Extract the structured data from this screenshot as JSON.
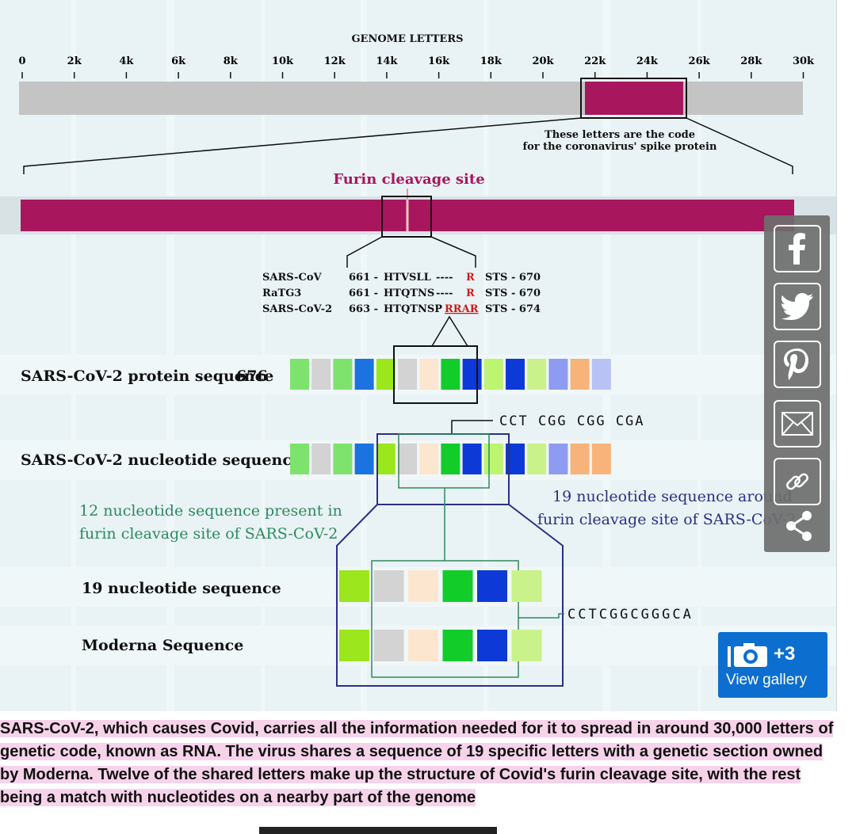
{
  "figure": {
    "genome_title": "GENOME LETTERS",
    "axis_ticks": [
      "0",
      "2k",
      "4k",
      "6k",
      "8k",
      "10k",
      "12k",
      "14k",
      "16k",
      "18k",
      "20k",
      "22k",
      "24k",
      "26k",
      "28k",
      "30k"
    ],
    "spike_note_line1": "These letters are the code",
    "spike_note_line2": "for the coronavirus' spike protein",
    "furin_label": "Furin cleavage site",
    "alignment": {
      "rows": [
        {
          "name": "SARS-CoV",
          "start": "661 -",
          "seq": "HTVSLL",
          "dashes": "----",
          "red": "R",
          "end": "STS - 670"
        },
        {
          "name": "RaTG3",
          "start": "661 -",
          "seq": "HTQTNS",
          "dashes": "----",
          "red": "R",
          "end": "STS - 670"
        },
        {
          "name": "SARS-CoV-2",
          "start": "663 -",
          "seq": "HTQTNSP",
          "dashes": "",
          "red": "RRAR",
          "end": "STS - 674"
        }
      ]
    },
    "protein_label": "SARS-CoV-2 protein sequence",
    "protein_number": "676",
    "nucleotide_label": "SARS-CoV-2 nucleotide sequence",
    "codon_text": "CCT CGG CGG CGA",
    "label_12_line1": "12 nucleotide sequence present in",
    "label_12_line2": "furin cleavage site of SARS-CoV-2",
    "label_19_line1": "19 nucleotide sequence around",
    "label_19_line2": "furin cleavage site of SARS-CoV-2",
    "row19_label": "19 nucleotide sequence",
    "moderna_label": "Moderna Sequence",
    "moderna_seq": "CCTCGGCGGGCA",
    "colors": {
      "spike": "#a8175e",
      "genome_bar": "#c4c4c4",
      "navy": "#2b2f86",
      "green_line": "#2d8a5b",
      "red": "#d11a1a",
      "protein_blocks": [
        "#7de36d",
        "#d3d3d3",
        "#7de36d",
        "#1a73e0",
        "#9be61d",
        "#d3d3d3",
        "#fde6cf",
        "#12cc2a",
        "#0d3ad6",
        "#bdf571",
        "#0d3ad6",
        "#c9f28a",
        "#8d9cf0",
        "#f8b37a",
        "#b8c2f5"
      ],
      "nuc_blocks": [
        "#7de36d",
        "#d3d3d3",
        "#7de36d",
        "#1a73e0",
        "#9be61d",
        "#d3d3d3",
        "#fde6cf",
        "#12cc2a",
        "#0d3ad6",
        "#bdf571",
        "#0d3ad6",
        "#c9f28a",
        "#8d9cf0",
        "#f8b37a",
        "#f8b37a"
      ],
      "detail_blocks": [
        "#9be61d",
        "#d3d3d3",
        "#fde6cf",
        "#12cc2a",
        "#0d3ad6",
        "#c9f28a"
      ]
    }
  },
  "share": {
    "icons": [
      "facebook-icon",
      "twitter-icon",
      "pinterest-icon",
      "email-icon",
      "link-icon",
      "share-icon"
    ]
  },
  "gallery": {
    "count": "+3",
    "label": "View gallery"
  },
  "caption": "SARS-CoV-2, which causes Covid, carries all the information needed for it to spread in around 30,000 letters of genetic code, known as RNA. The virus shares a sequence of 19 specific letters with a genetic section owned by Moderna. Twelve of the shared letters make up the structure of Covid's furin cleavage site, with the rest being a match with nucleotides on a nearby part of the genome"
}
